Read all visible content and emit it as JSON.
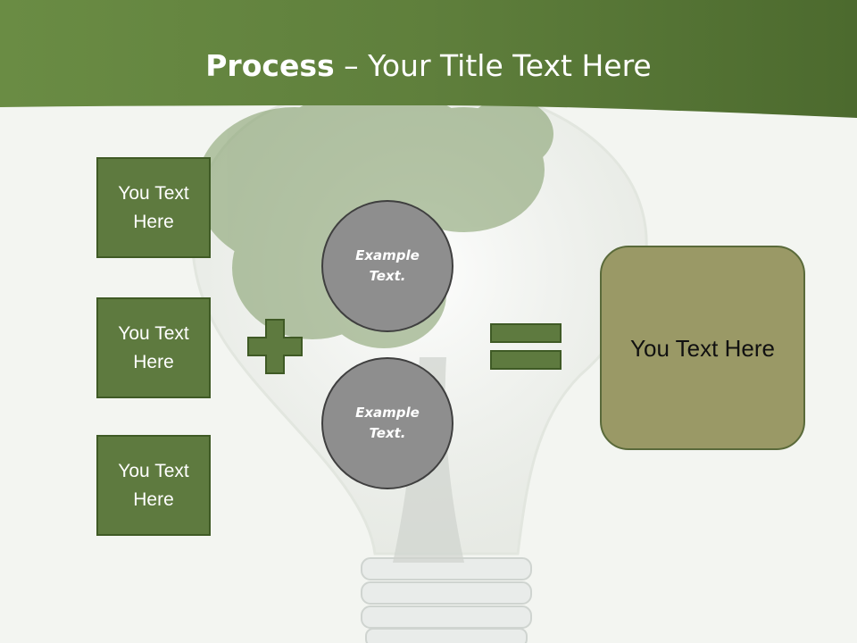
{
  "title": {
    "bold": "Process",
    "dash": " – ",
    "rest": "Your Title Text Here"
  },
  "inputs": [
    {
      "label": "You Text\nHere"
    },
    {
      "label": "You Text\nHere"
    },
    {
      "label": "You Text\nHere"
    }
  ],
  "circles": [
    {
      "label": "Example\nText."
    },
    {
      "label": "Example\nText."
    }
  ],
  "result": {
    "label": "You Text Here"
  },
  "colors": {
    "header": "#5e7a3f",
    "box": "#5e7a3f",
    "circle": "#8e8e8e",
    "result": "#9a9966"
  },
  "icons": {
    "plus": "plus-sign-icon",
    "equals": "equals-sign-icon"
  }
}
